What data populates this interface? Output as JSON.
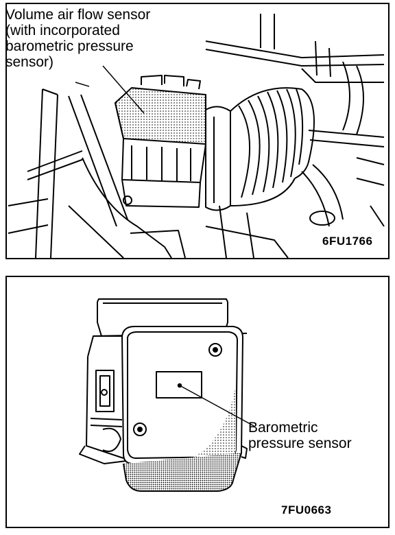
{
  "figure_top": {
    "callout": "Volume air flow sensor\n(with incorporated\nbarometric pressure\nsensor)",
    "figure_id": "6FU1766"
  },
  "figure_bottom": {
    "callout": "Barometric\npressure sensor",
    "figure_id": "7FU0663"
  }
}
